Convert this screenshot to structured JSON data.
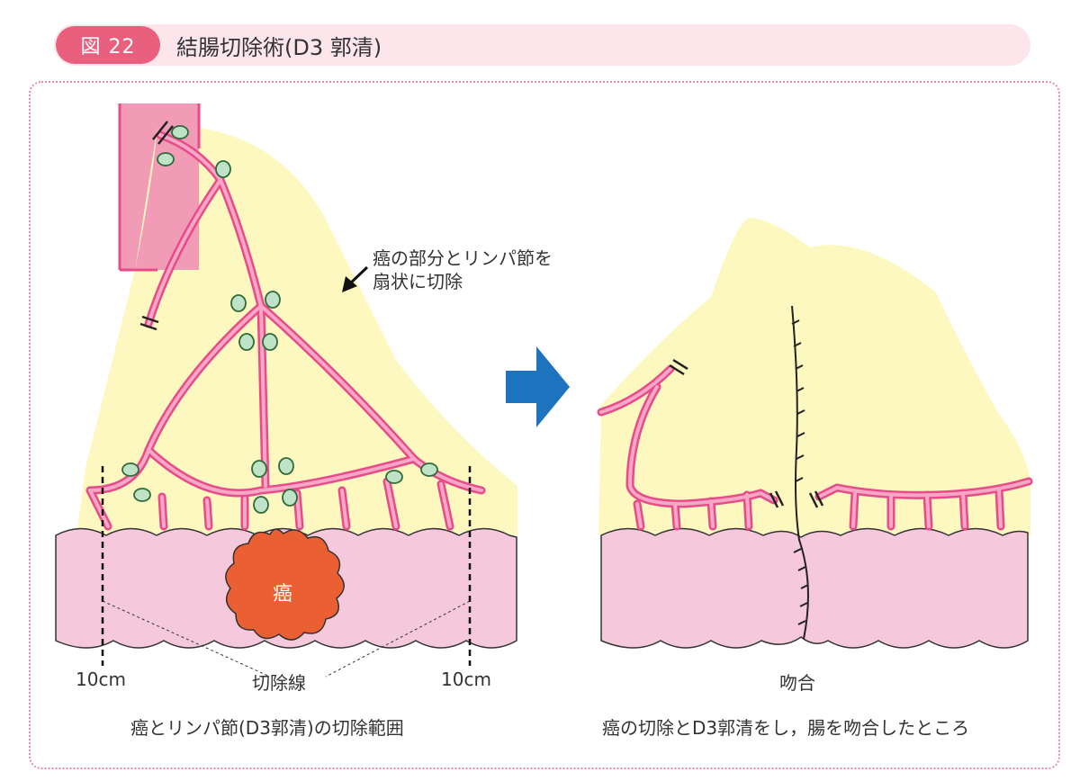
{
  "header": {
    "figure_label": "図 22",
    "title": "結腸切除術(D3 郭清)"
  },
  "left_panel": {
    "annotation_line1": "癌の部分とリンパ節を",
    "annotation_line2": "扇状に切除",
    "tumor_label": "癌",
    "margin_left": "10cm",
    "margin_right": "10cm",
    "cut_line_label": "切除線",
    "caption": "癌とリンパ節(D3郭清)の切除範囲"
  },
  "right_panel": {
    "anastomosis_label": "吻合",
    "caption": "癌の切除とD3郭清をし，腸を吻合したところ"
  },
  "colors": {
    "accent": "#e9607f",
    "mesentery": "#fdf8c0",
    "colon": "#f5c8dc",
    "vessel": "#e84b8a",
    "tumor": "#eb6033",
    "lymph_node": "#bfe3c6",
    "arrow": "#1e73be"
  }
}
